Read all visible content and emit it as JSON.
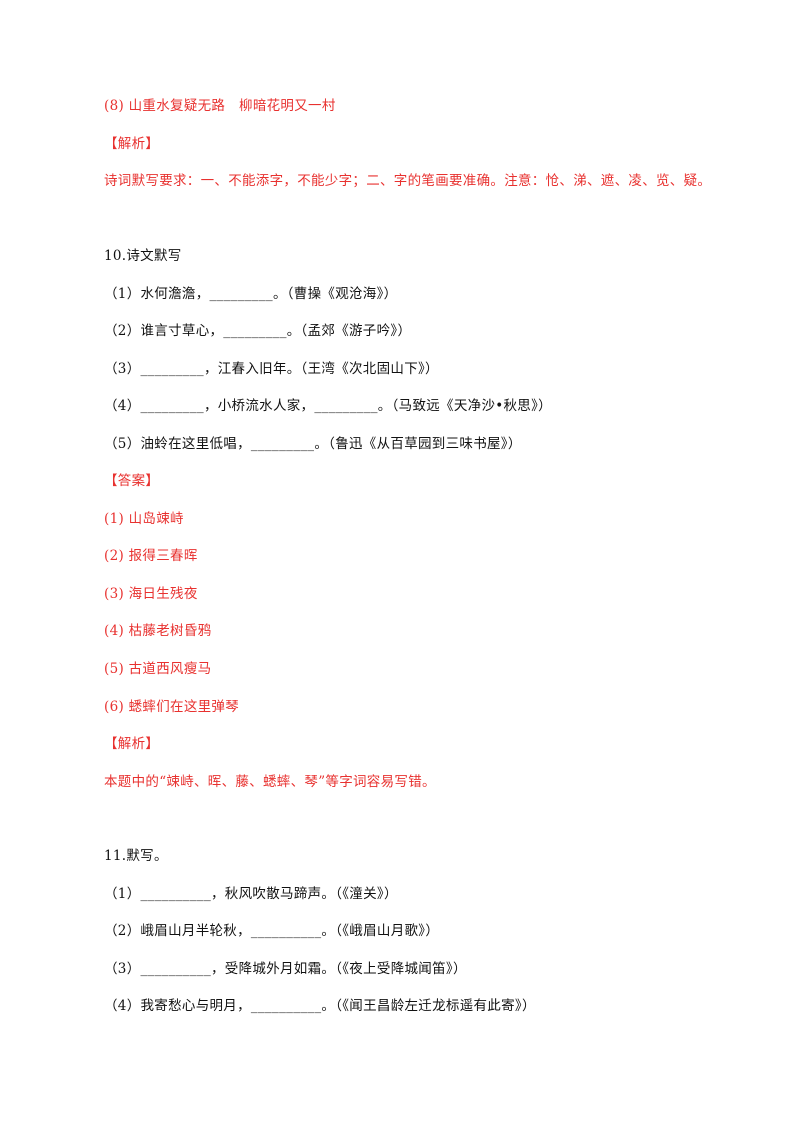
{
  "colors": {
    "answer_red": "#e8312f",
    "text": "#111111"
  },
  "block_prev": {
    "answer_8": "(8) 山重水复疑无路　柳暗花明又一村",
    "analysis_heading": "【解析】",
    "analysis_text": "诗词默写要求：一、不能添字，不能少字；二、字的笔画要准确。注意：怆、涕、遮、凌、览、疑。"
  },
  "q10": {
    "title": "10.诗文默写",
    "items": [
      "（1）水何澹澹，_________。（曹操《观沧海》）",
      "（2）谁言寸草心，_________。（孟郊《游子吟》）",
      "（3）_________，江春入旧年。（王湾《次北固山下》）",
      "（4）_________，小桥流水人家，_________。（马致远《天净沙•秋思》）",
      "（5）油蛉在这里低唱，_________。（鲁迅《从百草园到三味书屋》）"
    ],
    "answer_heading": "【答案】",
    "answers": [
      "(1) 山岛竦峙",
      "(2) 报得三春晖",
      "(3) 海日生残夜",
      "(4) 枯藤老树昏鸦",
      "(5) 古道西风瘦马",
      "(6) 蟋蟀们在这里弹琴"
    ],
    "analysis_heading": "【解析】",
    "analysis_text": "本题中的“竦峙、晖、藤、蟋蟀、琴”等字词容易写错。"
  },
  "q11": {
    "title": "11.默写。",
    "items": [
      "（1）__________，秋风吹散马蹄声。（《潼关》）",
      "（2）峨眉山月半轮秋，__________。（《峨眉山月歌》）",
      "（3）__________，受降城外月如霜。（《夜上受降城闻笛》）",
      "（4）我寄愁心与明月，__________。（《闻王昌龄左迁龙标遥有此寄》）"
    ]
  }
}
